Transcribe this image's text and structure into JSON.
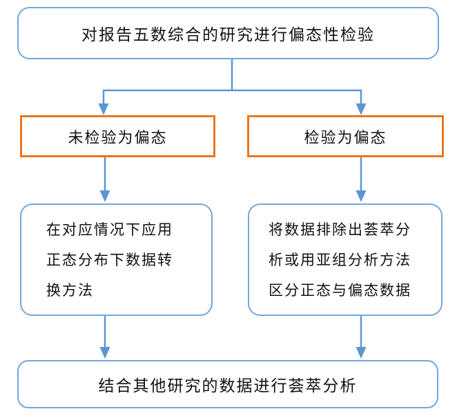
{
  "diagram": {
    "title": "skewness-test-flowchart",
    "colors": {
      "blue_border": "#74A5DB",
      "blue_line": "#5B96D2",
      "orange": "#E8761F",
      "text": "#111111",
      "background": "#ffffff"
    },
    "nodes": {
      "top": {
        "label": "对报告五数综合的研究进行偏态性检验"
      },
      "branch_left": {
        "label": "未检验为偏态"
      },
      "branch_right": {
        "label": "检验为偏态"
      },
      "process_left": {
        "label": "在对应情况下应用正态分布下数据转换方法",
        "lines": [
          "在对应情况下应用",
          "正态分布下数据转",
          "换方法"
        ]
      },
      "process_right": {
        "label": "将数据排除出荟萃分析或用亚组分析方法区分正态与偏态数据",
        "lines": [
          "将数据排除出荟萃分",
          "析或用亚组分析方法",
          "区分正态与偏态数据"
        ]
      },
      "bottom": {
        "label": "结合其他研究的数据进行荟萃分析"
      }
    }
  }
}
